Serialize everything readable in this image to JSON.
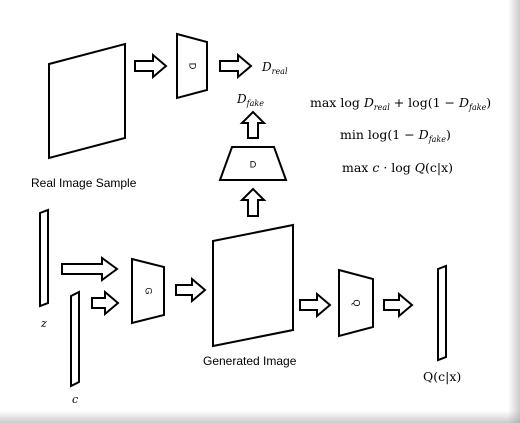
{
  "labels": {
    "real_sample": "Real Image Sample",
    "generated": "Generated Image",
    "z": "z",
    "c": "c",
    "q_output": "Q(c|x)",
    "d_real": "D",
    "d_real_sub": "real",
    "d_fake": "D",
    "d_fake_sub": "fake"
  },
  "blocks": {
    "discriminator_top": "D",
    "discriminator_mid": "D",
    "generator": "G",
    "q_network": "Q"
  },
  "equations": {
    "eq1_prefix": "max log ",
    "eq1_d": "D",
    "eq1_d_sub": "real",
    "eq1_mid": " + log(1 − ",
    "eq1_d2": "D",
    "eq1_d2_sub": "fake",
    "eq1_end": ")",
    "eq2_prefix": "min log(1 − ",
    "eq2_d": "D",
    "eq2_d_sub": "fake",
    "eq2_end": ")",
    "eq3_prefix": "max ",
    "eq3_c": "c",
    "eq3_dot": " · log ",
    "eq3_q": "Q",
    "eq3_rest": "(c|x)"
  }
}
